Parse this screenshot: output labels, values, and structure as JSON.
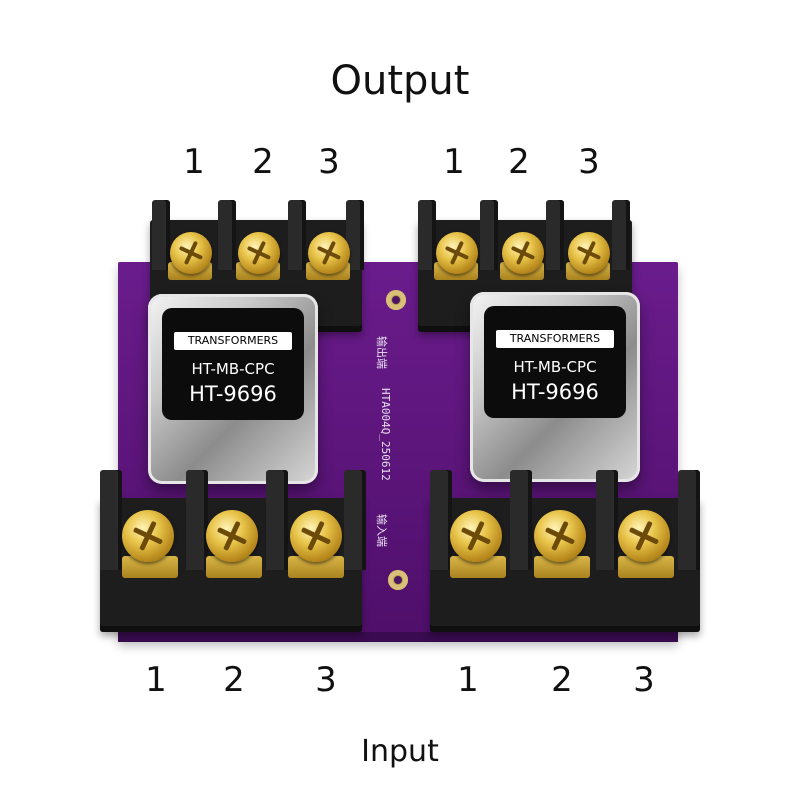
{
  "output_title": "Output",
  "input_title": "Input",
  "top_numbers_left": [
    "1",
    "2",
    "3"
  ],
  "top_numbers_right": [
    "1",
    "2",
    "3"
  ],
  "bottom_numbers_left": [
    "1",
    "2",
    "3"
  ],
  "bottom_numbers_right": [
    "1",
    "2",
    "3"
  ],
  "transformer_left": {
    "brand": "TRANSFORMERS",
    "model": "HT-MB-CPC",
    "part": "HT-9696"
  },
  "transformer_right": {
    "brand": "TRANSFORMERS",
    "model": "HT-MB-CPC",
    "part": "HT-9696"
  },
  "silkscreen": {
    "board_id": "HTA004Q_250612",
    "output_cn": "输出端",
    "input_cn": "输入端"
  },
  "colors": {
    "board": "#5a1478",
    "terminal_block": "#1d1d1d",
    "screw": "#e8c44a",
    "transformer_can": "#c9c9c9"
  }
}
